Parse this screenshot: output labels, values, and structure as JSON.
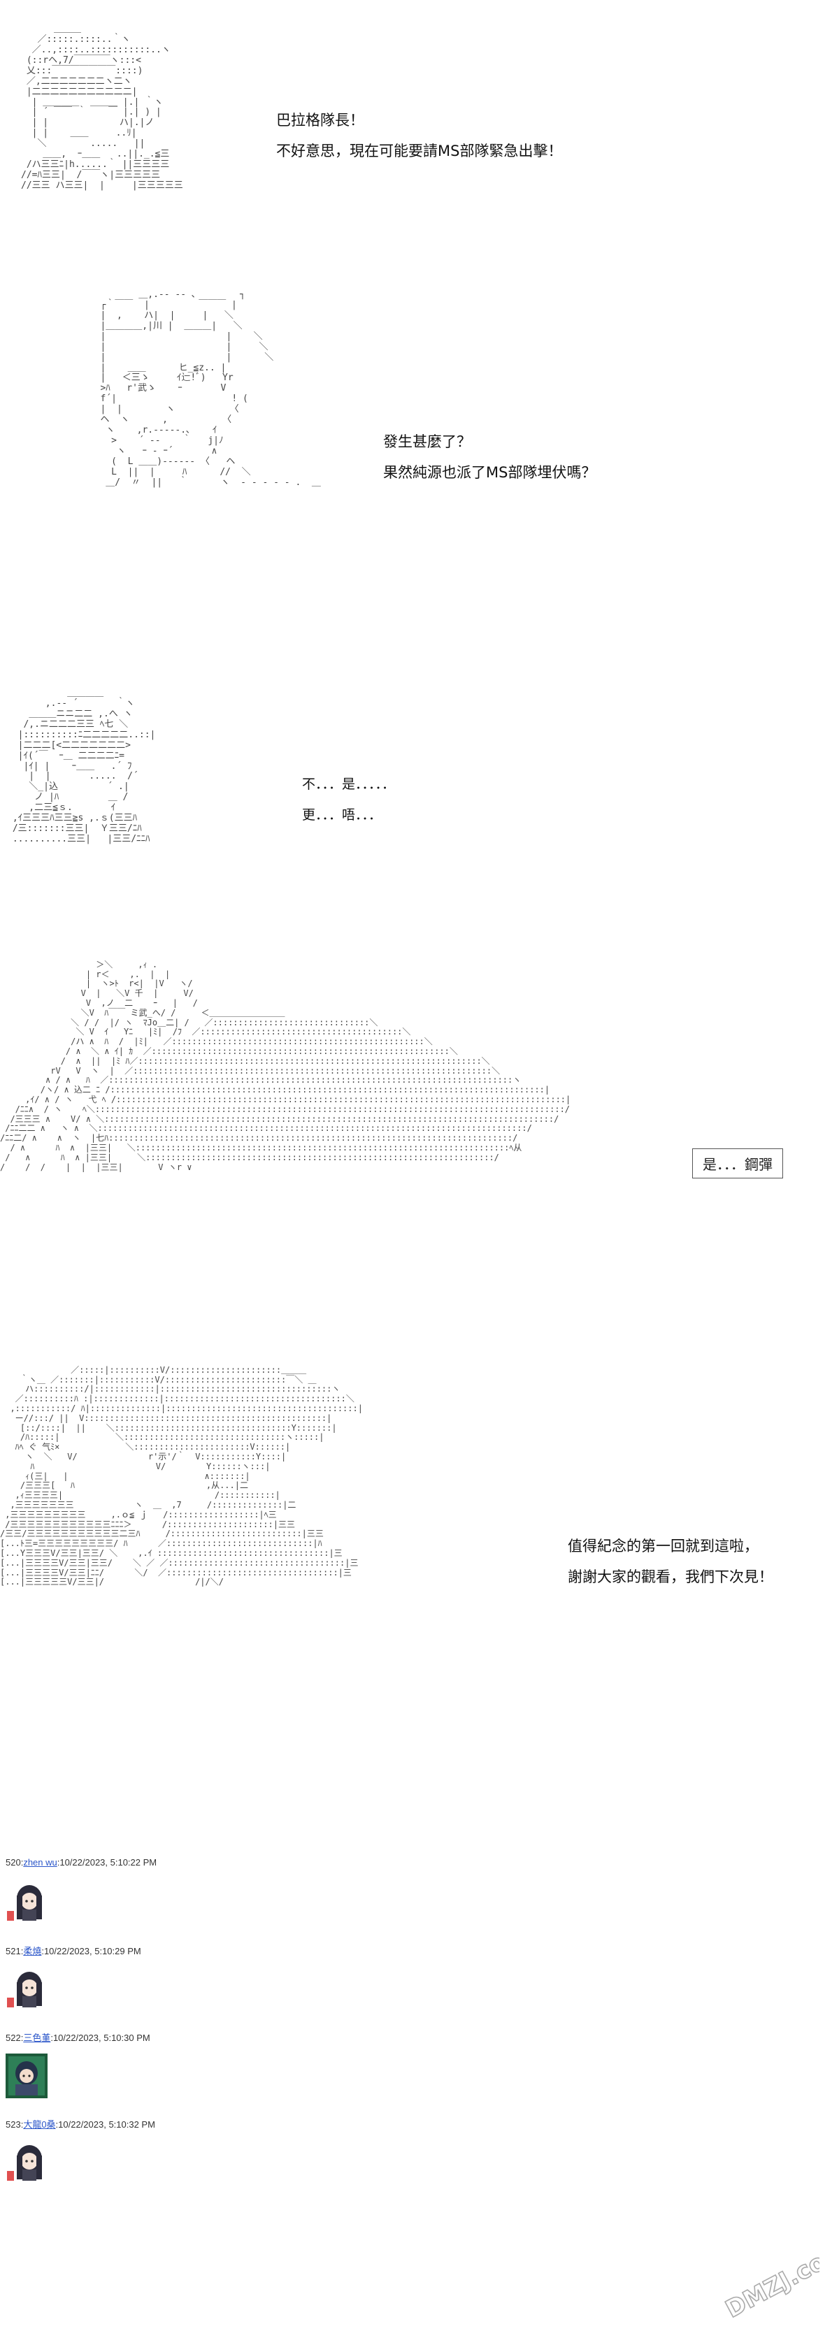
{
  "panels": [
    {
      "lines": [
        "巴拉格隊長！",
        "不好意思，現在可能要請MS部隊緊急出擊！"
      ]
    },
    {
      "lines": [
        "發生甚麼了？",
        "果然純源也派了MS部隊埋伏嗎？"
      ]
    },
    {
      "lines": [
        "不．．．是．．．．．",
        "更．．．唔．．．"
      ]
    },
    {
      "lines": [
        "是．．．鋼彈"
      ]
    },
    {
      "lines": [
        "值得紀念的第一回就到這啦，",
        "謝謝大家的觀看，我們下次見！"
      ]
    }
  ],
  "posts": [
    {
      "num": "520:",
      "name": "zhen wu",
      "time": ":10/22/2023, 5:10:22 PM"
    },
    {
      "num": "521:",
      "name": "柔燒",
      "time": ":10/22/2023, 5:10:29 PM"
    },
    {
      "num": "522:",
      "name": "三色堇",
      "time": ":10/22/2023, 5:10:30 PM"
    },
    {
      "num": "523:",
      "name": "大龍0桑",
      "time": ":10/22/2023, 5:10:32 PM"
    }
  ],
  "watermark": {
    "text": "DMZJ.com"
  }
}
